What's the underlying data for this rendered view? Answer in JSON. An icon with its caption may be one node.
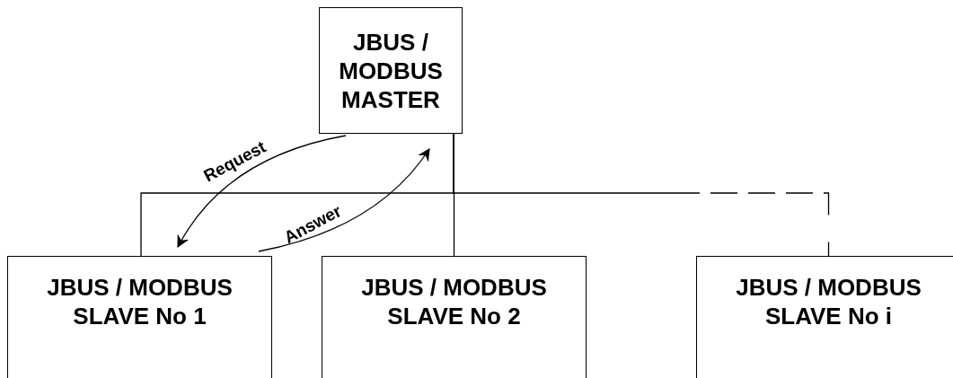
{
  "diagram": {
    "nodes": [
      {
        "text": [
          "JBUS / MODBUS MASTER"
        ]
      },
      {
        "text": [
          "JBUS / MODBUS SLAVE No 1"
        ]
      },
      {
        "text": [
          "JBUS / MODBUS SLAVE No 2"
        ]
      },
      {
        "text": [
          "JBUS / MODBUS SLAVE No i"
        ]
      }
    ],
    "edges": [
      {
        "from": 0,
        "to": 1,
        "arrow": "none"
      },
      {
        "from": 0,
        "to": 2,
        "arrow": "none"
      },
      {
        "from": 0,
        "to": 3,
        "arrow": "none",
        "style": "dashed"
      },
      {
        "from": 0,
        "to": 1,
        "arrow": "to",
        "label": "Request"
      },
      {
        "from": 1,
        "to": 0,
        "arrow": "to",
        "label": "Answer"
      }
    ]
  }
}
